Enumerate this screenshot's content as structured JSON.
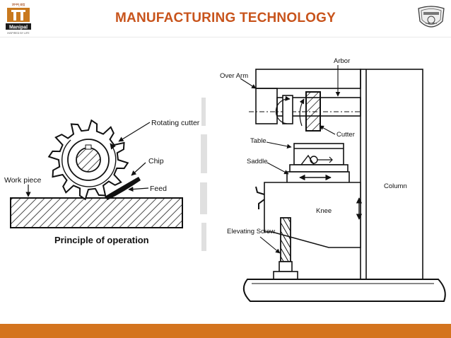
{
  "header": {
    "title": "MANUFACTURING TECHNOLOGY",
    "left_logo_top_text": "ज्ञानम् ब्रह्म",
    "left_logo_name": "Manipal",
    "left_logo_tagline": "INSPIRED BY LIFE"
  },
  "diagram": {
    "left": {
      "caption": "Principle of operation",
      "labels": {
        "rotating_cutter": "Rotating cutter",
        "chip": "Chip",
        "feed": "Feed",
        "work_piece": "Work piece"
      }
    },
    "right": {
      "labels": {
        "arbor": "Arbor",
        "over_arm": "Over Arm",
        "cutter": "Cutter",
        "table": "Table",
        "saddle": "Saddle",
        "column": "Column",
        "knee": "Knee",
        "elevating_screw": "Elevating Screw"
      }
    }
  },
  "colors": {
    "title": "#c8541c",
    "footer": "#d4741e",
    "ink": "#111111"
  }
}
